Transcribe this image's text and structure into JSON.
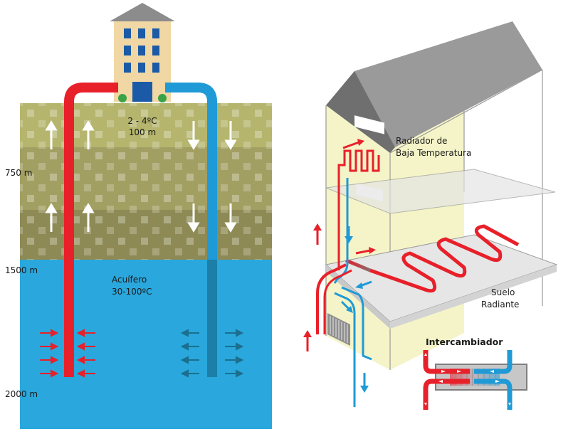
{
  "left": {
    "surface_temp": "2 - 4ºC",
    "surface_depth": "100 m",
    "depth_750": "750 m",
    "depth_1500": "1500 m",
    "depth_2000": "2000 m",
    "aquifer_name": "Acuífero",
    "aquifer_temp": "30-100ºC"
  },
  "right": {
    "radiator_line1": "Radiador de",
    "radiator_line2": "Baja Temperatura",
    "floor_line1": "Suelo",
    "floor_line2": "Radiante",
    "exchanger": "Intercambiador"
  },
  "colors": {
    "hot": "#e8202a",
    "cold": "#1f9ad6",
    "cold_dark": "#1b7fa8",
    "aquifer": "#2aa7dc",
    "soil_light": "#b5b56e",
    "soil_mid": "#a29f62",
    "soil_dark": "#8e8a55",
    "roof": "#8c8c8c",
    "wall": "#f3f3c2"
  }
}
